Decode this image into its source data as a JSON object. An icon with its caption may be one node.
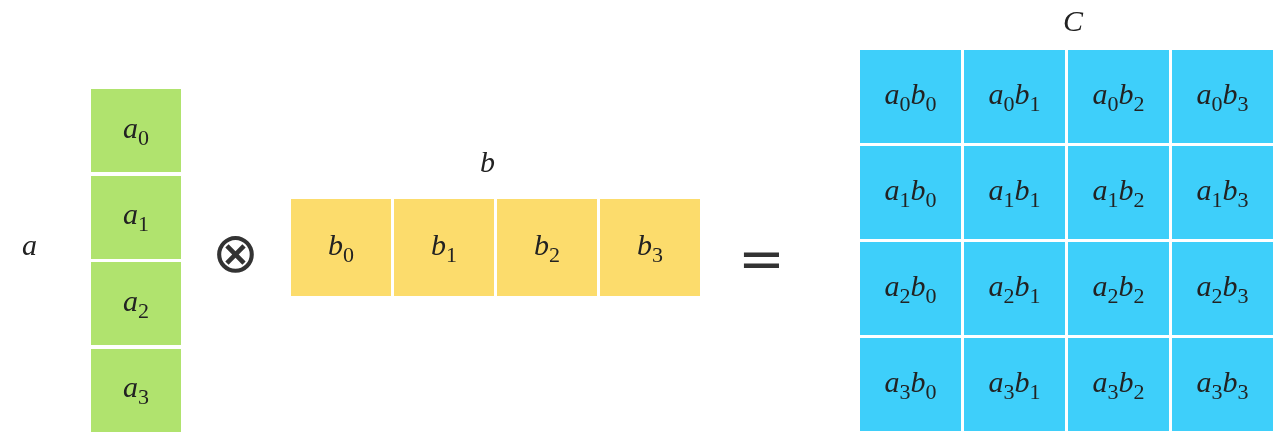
{
  "diagram": {
    "nodes": [
      {
        "text": [
          "a$_{0}$"
        ]
      },
      {
        "text": [
          "a$_{1}$"
        ]
      },
      {
        "text": [
          "a$_{2}$"
        ]
      },
      {
        "text": [
          "a$_{3}$"
        ]
      },
      {
        "text": [
          "b$_{0}$"
        ]
      },
      {
        "text": [
          "b$_{1}$"
        ]
      },
      {
        "text": [
          "b$_{2}$"
        ]
      },
      {
        "text": [
          "b$_{3}$"
        ]
      },
      {
        "text": [
          "a$_{0}$b$_{0}$"
        ]
      },
      {
        "text": [
          "a$_{0}$b$_{1}$"
        ]
      },
      {
        "text": [
          "a$_{0}$b$_{2}$"
        ]
      },
      {
        "text": [
          "a$_{0}$b$_{3}$"
        ]
      },
      {
        "text": [
          "a$_{1}$b$_{0}$"
        ]
      },
      {
        "text": [
          "a$_{1}$b$_{1}$"
        ]
      },
      {
        "text": [
          "a$_{1}$b$_{2}$"
        ]
      },
      {
        "text": [
          "a$_{1}$b$_{3}$"
        ]
      },
      {
        "text": [
          "a$_{2}$b$_{0}$"
        ]
      },
      {
        "text": [
          "a$_{2}$b$_{1}$"
        ]
      },
      {
        "text": [
          "a$_{2}$b$_{2}$"
        ]
      },
      {
        "text": [
          "a$_{2}$b$_{3}$"
        ]
      },
      {
        "text": [
          "a$_{3}$b$_{0}$"
        ]
      },
      {
        "text": [
          "a$_{3}$b$_{1}$"
        ]
      },
      {
        "text": [
          "a$_{3}$b$_{2}$"
        ]
      },
      {
        "text": [
          "a$_{3}$b$_{3}$"
        ]
      }
    ],
    "edges": [],
    "labels": [
      "C",
      "b",
      "a",
      "⊗",
      "="
    ]
  }
}
